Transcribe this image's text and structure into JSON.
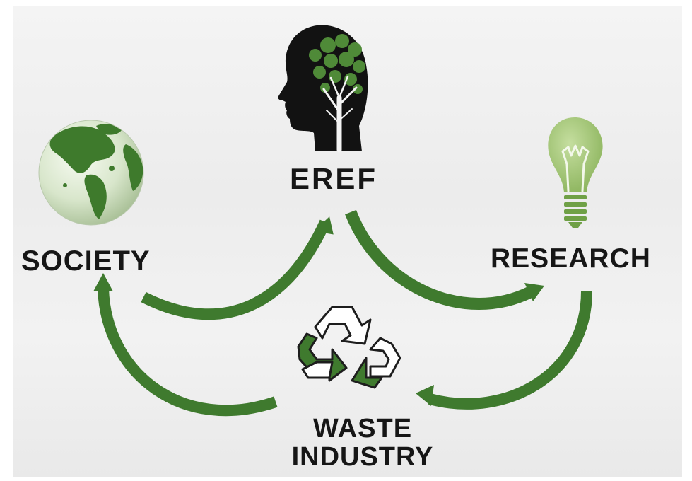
{
  "diagram": {
    "nodes": {
      "society": {
        "label": "SOCIETY",
        "icon": "globe-icon"
      },
      "eref": {
        "label": "EREF",
        "icon": "head-tree-icon"
      },
      "research": {
        "label": "RESEARCH",
        "icon": "lightbulb-icon"
      },
      "waste_industry": {
        "label_line1": "WASTE",
        "label_line2": "INDUSTRY",
        "icon": "recycle-icon"
      }
    },
    "edges": [
      {
        "from": "SOCIETY",
        "to": "EREF"
      },
      {
        "from": "EREF",
        "to": "RESEARCH"
      },
      {
        "from": "RESEARCH",
        "to": "WASTE INDUSTRY"
      },
      {
        "from": "WASTE INDUSTRY",
        "to": "SOCIETY"
      }
    ],
    "colors": {
      "accent": "#3f7a2e",
      "icon_dark": "#1a1a1a",
      "bulb": "#a6c978",
      "text": "#161616"
    }
  }
}
